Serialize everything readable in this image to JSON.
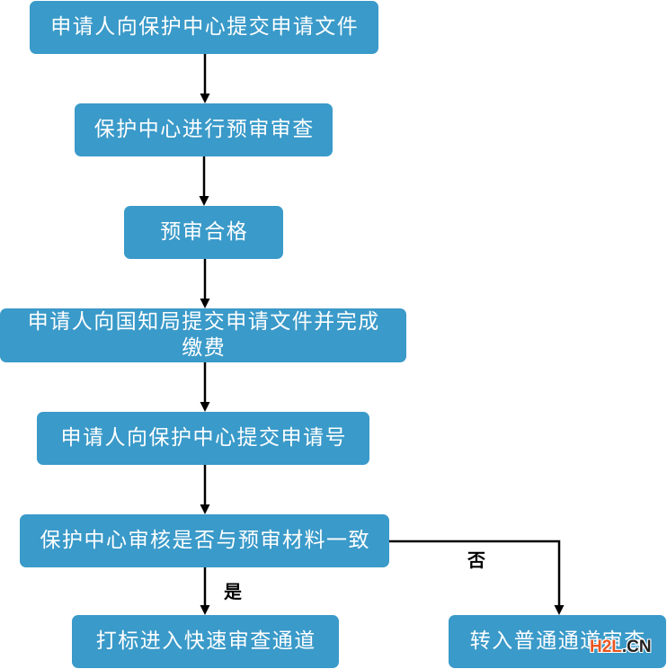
{
  "flowchart": {
    "nodes": [
      {
        "label": "申请人向保护中心提交申请文件"
      },
      {
        "label": "保护中心进行预审审查"
      },
      {
        "label": "预审合格"
      },
      {
        "lines": [
          "申请人向国知局提交申请文件并完成",
          "缴费"
        ]
      },
      {
        "label": "申请人向保护中心提交申请号"
      },
      {
        "label": "保护中心审核是否与预审材料一致"
      },
      {
        "label": "打标进入快速审查通道"
      },
      {
        "label": "转入普通通道审查"
      }
    ],
    "edge_labels": {
      "yes": "是",
      "no": "否"
    }
  },
  "watermark": {
    "main": "H2L",
    "suffix": ".CN"
  },
  "colors": {
    "node_fill": "#3a9ac9",
    "node_text": "#ffffff",
    "arrow": "#000000",
    "label_text": "#000000",
    "watermark_main": "#e9561f",
    "watermark_suffix": "#222222"
  }
}
